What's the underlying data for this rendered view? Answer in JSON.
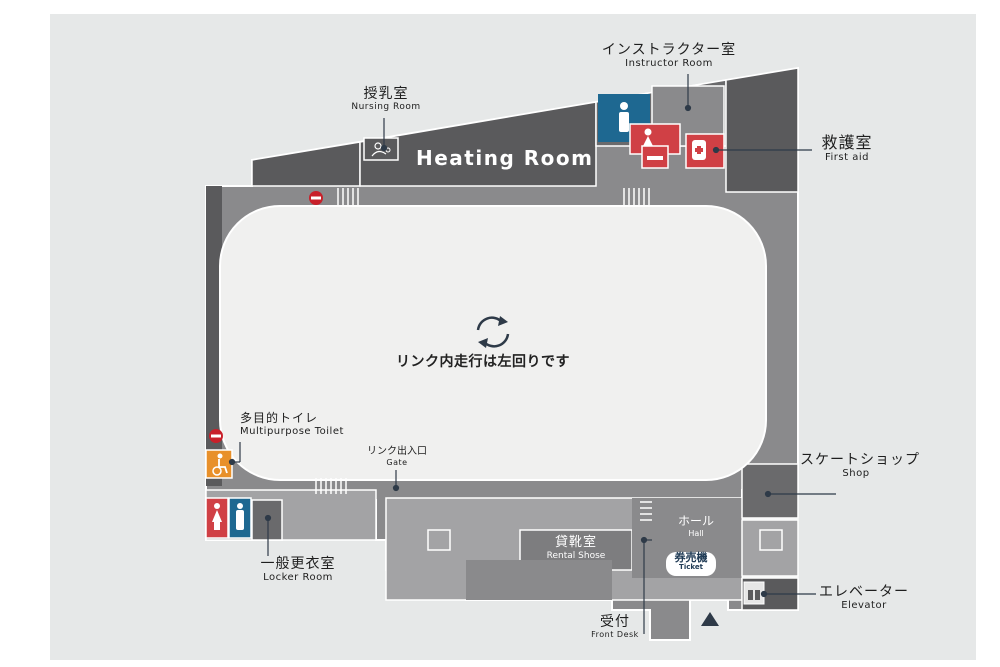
{
  "title": "",
  "colors": {
    "background": "#e6e8e8",
    "building_dark": "#5a5a5c",
    "building_mid": "#878789",
    "building_light": "#a3a3a5",
    "rink": "#f0f0ef",
    "mens_blue": "#1e6891",
    "womens_red": "#d04045",
    "accessible_orange": "#e8902a",
    "no_entry_red": "#c8202a",
    "leader_line": "#2e3a48"
  },
  "rooms": {
    "heating_room": "Heating Room",
    "nursing_room": {
      "jp": "授乳室",
      "en": "Nursing Room"
    },
    "instructor_room": {
      "jp": "インストラクター室",
      "en": "Instructor Room"
    },
    "first_aid": {
      "jp": "救護室",
      "en": "First aid"
    },
    "multipurpose_toilet": {
      "jp": "多目的トイレ",
      "en": "Multipurpose Toilet"
    },
    "rink_gate": {
      "jp": "リンク出入口",
      "en": "Gate"
    },
    "skate_shop": {
      "jp": "スケートショップ",
      "en": "Shop"
    },
    "hall": {
      "jp": "ホール",
      "en": "Hall"
    },
    "rental_shoes": {
      "jp": "貸靴室",
      "en": "Rental Shose"
    },
    "ticket_machine": {
      "jp": "券売機",
      "en": "Ticket"
    },
    "locker_room": {
      "jp": "一般更衣室",
      "en": "Locker Room"
    },
    "front_desk": {
      "jp": "受付",
      "en": "Front Desk"
    },
    "elevator": {
      "jp": "エレベーター",
      "en": "Elevator"
    }
  },
  "rink": {
    "direction_text": "リンク内走行は左回りです",
    "rotation_icon": "counter-clockwise-arrows-icon"
  },
  "icons": [
    "nursing-icon",
    "mens-toilet-icon",
    "womens-toilet-icon",
    "rest-bed-icon",
    "first-aid-icon",
    "no-entry-icon",
    "wheelchair-icon",
    "elevator-icon",
    "entrance-arrow-icon"
  ]
}
